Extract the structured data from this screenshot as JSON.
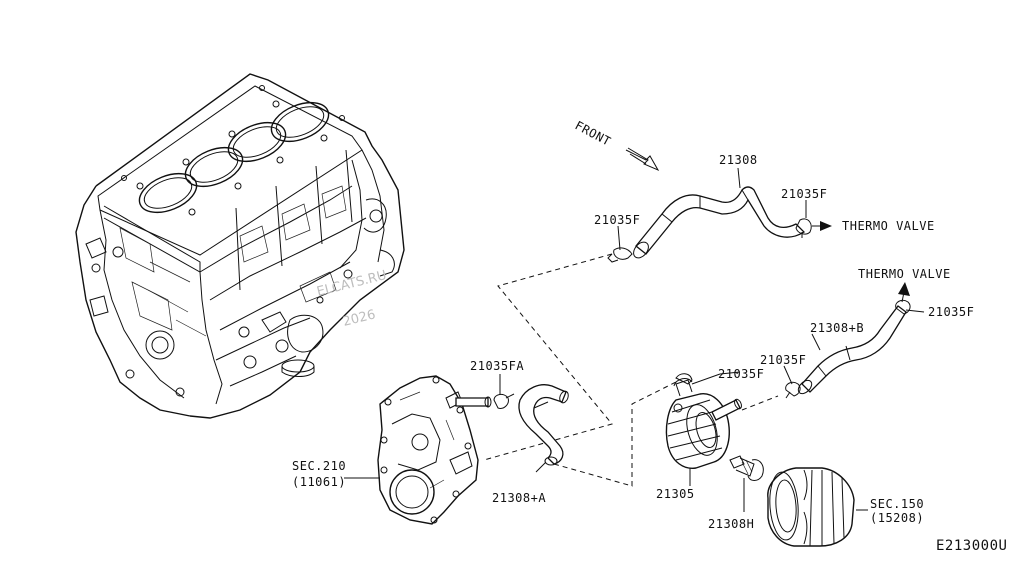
{
  "labels": {
    "front": "FRONT",
    "p21308": "21308",
    "p21035F_top_right": "21035F",
    "thermo_valve_1": "THERMO VALVE",
    "p21035F_top_left": "21035F",
    "thermo_valve_2": "THERMO VALVE",
    "p21035F_far_right": "21035F",
    "p21308B": "21308+B",
    "p21035F_mid_right": "21035F",
    "p21035F_mid": "21035F",
    "p21035FA": "21035FA",
    "sec210": "SEC.210",
    "sec210_ref": "(11061)",
    "p21308A": "21308+A",
    "p21305": "21305",
    "p21308H": "21308H",
    "sec150": "SEC.150",
    "sec150_ref": "(15208)",
    "diagram_code": "E213000U"
  },
  "watermark": {
    "line1": "ELCATS.RU",
    "line2": "2026"
  }
}
